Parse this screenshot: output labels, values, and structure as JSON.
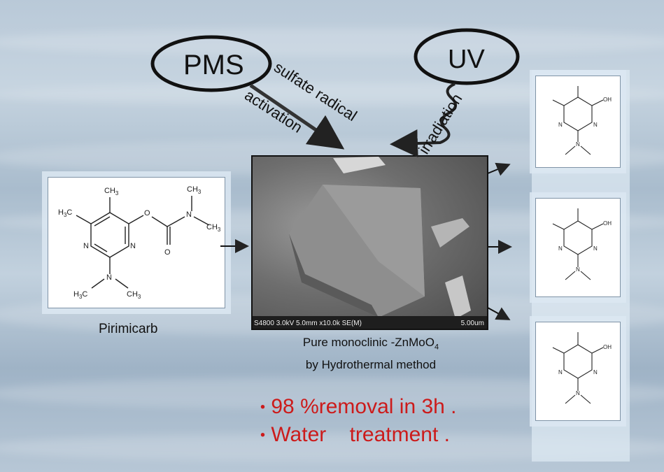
{
  "pms": {
    "label": "PMS",
    "path_text_1": "sulfate radical",
    "path_text_2": "activation"
  },
  "uv": {
    "label": "UV",
    "path_text": "irradiation"
  },
  "reactant": {
    "name": "Pirimicarb"
  },
  "sem": {
    "caption_line1": "Pure monoclinic -ZnMoO",
    "caption_sub": "4",
    "caption_line2": "by Hydrothermal method",
    "info_bar": "S4800 3.0kV 5.0mm x10.0k SE(M)",
    "scale_bar": "5.00um"
  },
  "results": [
    {
      "bullet": "•",
      "text": "98 %removal in 3h ."
    },
    {
      "bullet": "•",
      "text": "Water    treatment ."
    }
  ],
  "molecules": {
    "pirimicarb": {
      "CH3": "CH",
      "sub3": "3",
      "H3C": "H",
      "N": "N",
      "O": "O",
      "H": "H"
    },
    "products": [
      "OH",
      "OH",
      "OH"
    ]
  },
  "colors": {
    "bullet_text": "#cc1b1b",
    "frame": "#111111",
    "background": "#b8c8d7"
  }
}
